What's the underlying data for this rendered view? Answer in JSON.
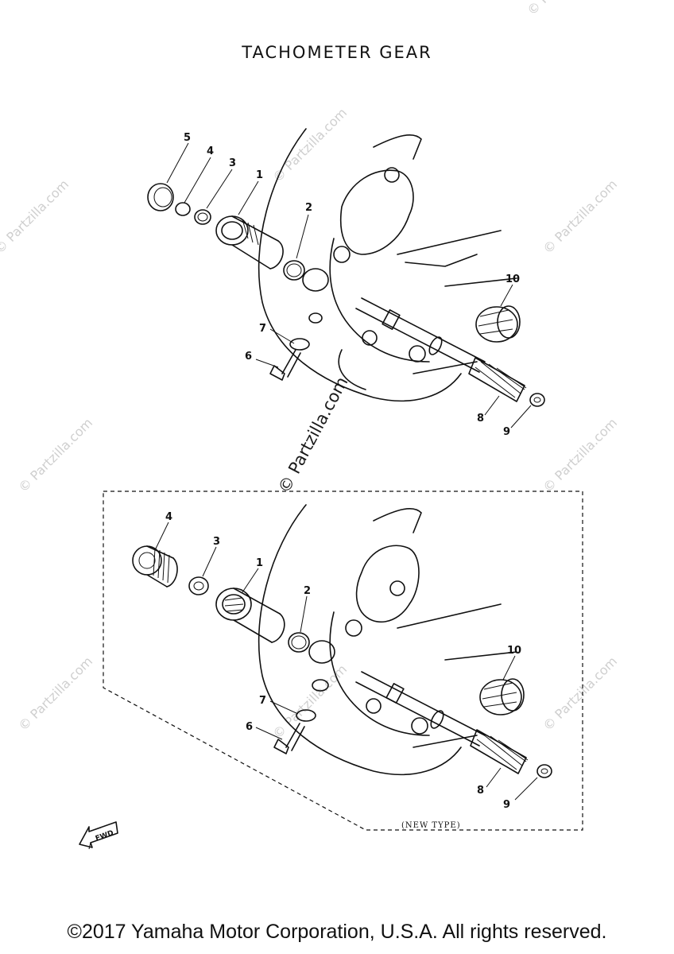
{
  "title": "TACHOMETER GEAR",
  "footer": "©2017 Yamaha Motor Corporation, U.S.A. All rights reserved.",
  "watermark": "© Partzilla.com",
  "new_type_label": "(NEW TYPE)",
  "fwd_label": "FWD",
  "upper_callouts": [
    "5",
    "4",
    "3",
    "1",
    "2",
    "10",
    "7",
    "6",
    "8",
    "9"
  ],
  "lower_callouts": [
    "4",
    "3",
    "1",
    "2",
    "10",
    "7",
    "6",
    "8",
    "9"
  ]
}
